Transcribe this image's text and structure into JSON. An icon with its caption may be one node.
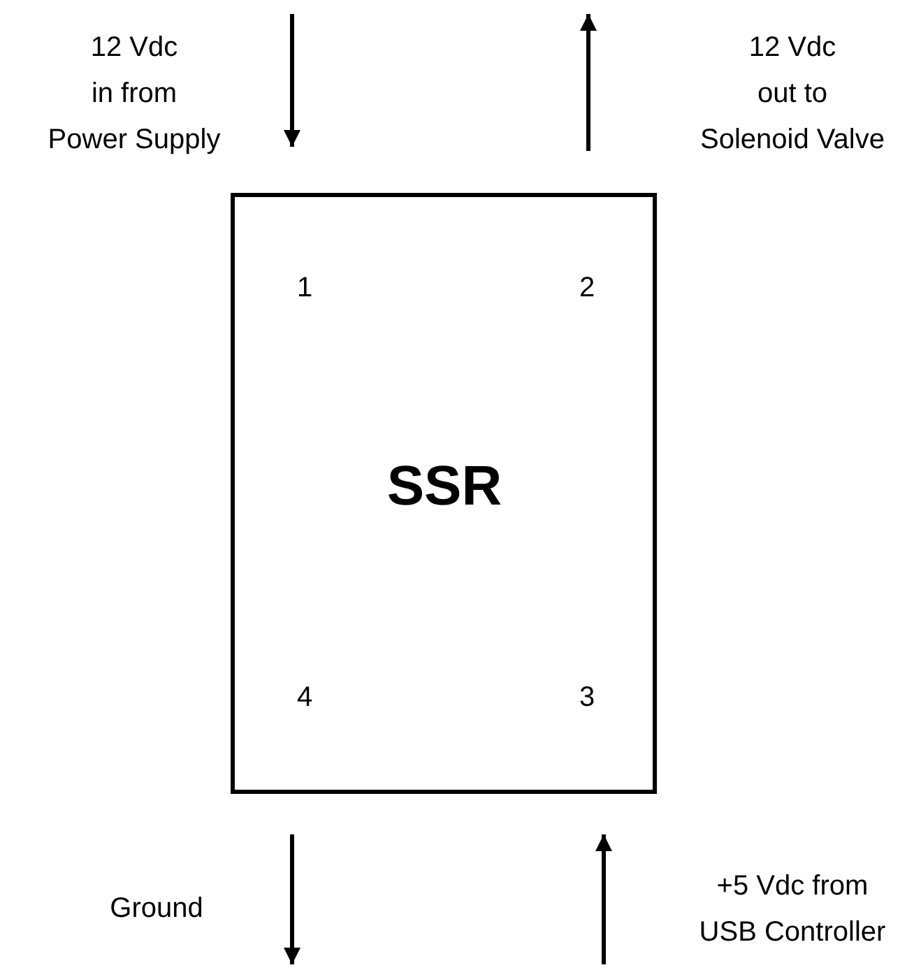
{
  "diagram": {
    "nodes": [
      {
        "text": [
          "SSR"
        ]
      }
    ],
    "labels": [
      "12 Vdc in from Power Supply",
      "12 Vdc out to Solenoid Valve",
      "1",
      "2",
      "4",
      "3",
      "Ground",
      "+5 Vdc from USB Controller"
    ]
  }
}
